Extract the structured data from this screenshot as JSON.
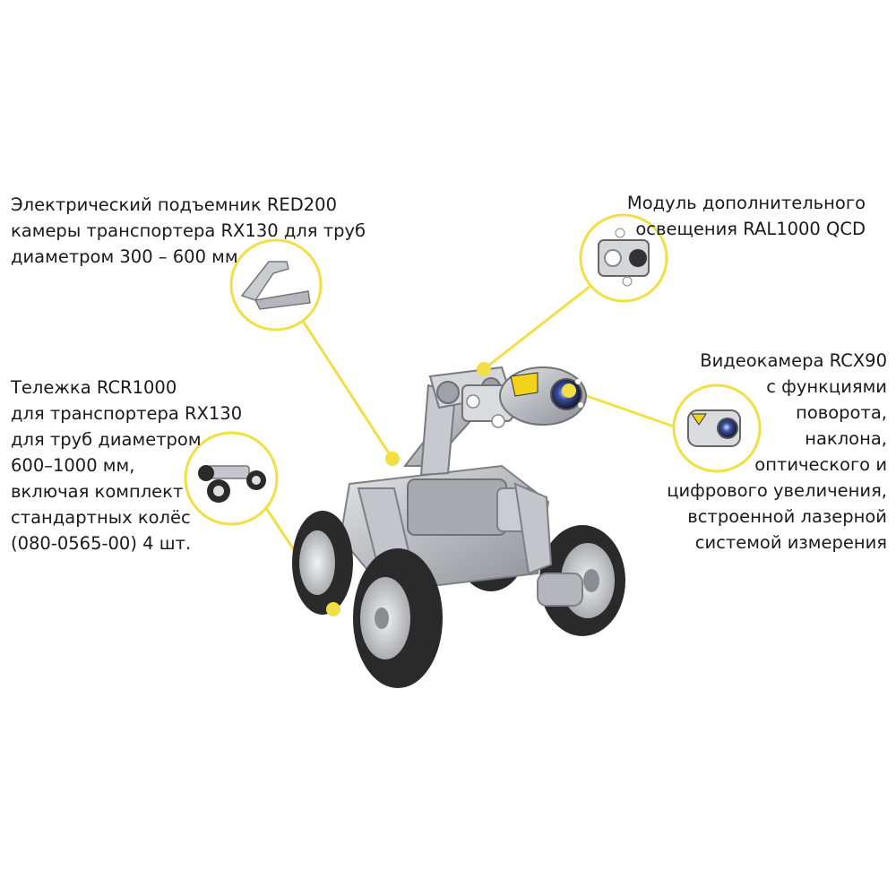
{
  "callouts": {
    "lift": {
      "line1": "Электрический подъемник RED200",
      "line2": "камеры транспортера RX130 для труб",
      "line3": "диаметром 300 – 600 мм"
    },
    "cart": {
      "line1": "Тележка RCR1000",
      "line2": "для транспортера RX130",
      "line3": "для труб диаметром",
      "line4": "600–1000 мм,",
      "line5": "включая комплект",
      "line6": "стандартных колёс",
      "line7": "(080-0565-00) 4 шт."
    },
    "light": {
      "line1": "Модуль дополнительного",
      "line2": "освещения RAL1000 QCD"
    },
    "camera": {
      "line1": "Видеокамера RCX90",
      "line2": "с функциями",
      "line3": "поворота,",
      "line4": "наклона,",
      "line5": "оптического и",
      "line6": "цифрового увеличения,",
      "line7": "встроенной лазерной",
      "line8": "системой измерения"
    }
  },
  "colors": {
    "accent": "#f2df45",
    "metal": "#b9bcc0",
    "tire": "#2a2a2a",
    "text": "#1a1a1a"
  }
}
